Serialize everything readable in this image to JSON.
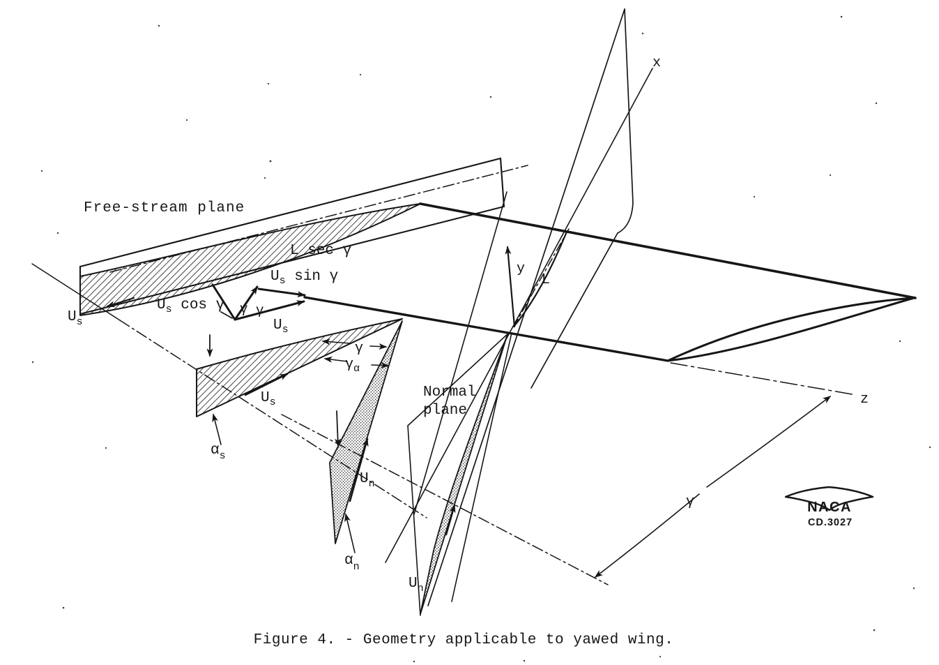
{
  "figure": {
    "caption": "Figure 4. - Geometry applicable to yawed wing.",
    "stamp": {
      "org": "NACA",
      "code": "CD.3027"
    }
  },
  "colors": {
    "ink": "#161616",
    "paper": "#ffffff"
  },
  "labels": {
    "free_stream_plane": "Free-stream plane",
    "normal_plane": {
      "line1": "Normal",
      "line2": "plane"
    },
    "l_sec_gamma": "L sec γ",
    "us_sin_gamma": {
      "base": "U",
      "sub": "s",
      "rest": " sin γ"
    },
    "us_cos_gamma": {
      "base": "U",
      "sub": "s",
      "rest": " cos γ"
    },
    "us_resultant": {
      "base": "U",
      "sub": "s"
    },
    "us_left": {
      "base": "U",
      "sub": "s"
    },
    "us_section": {
      "base": "U",
      "sub": "s"
    },
    "un_left": {
      "base": "U",
      "sub": "n"
    },
    "un_normal": {
      "base": "U",
      "sub": "n"
    },
    "gamma_pair_1": "γ",
    "gamma_pair_2": "γ",
    "gamma_edge": "γ",
    "gamma_alpha": {
      "base": "γ",
      "sub": "α"
    },
    "alpha_s": {
      "base": "α",
      "sub": "s"
    },
    "alpha_n": {
      "base": "α",
      "sub": "n"
    },
    "gamma_yaw": "γ"
  },
  "axes": {
    "x": "x",
    "y": "y",
    "z": "z",
    "chord": "L"
  }
}
